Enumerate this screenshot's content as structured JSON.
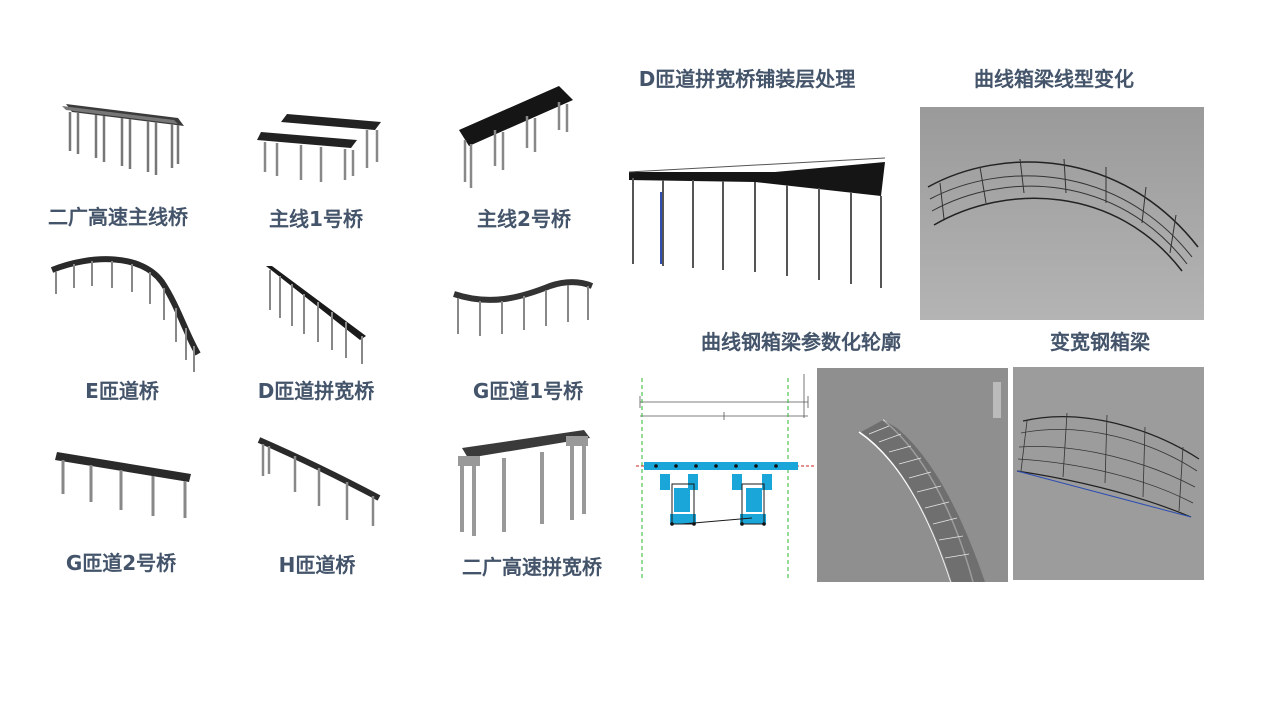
{
  "bridges": [
    {
      "label": "二广高速主线桥",
      "icon": "bridge-model-mainline"
    },
    {
      "label": "主线1号桥",
      "icon": "bridge-model-twin-deck"
    },
    {
      "label": "主线2号桥",
      "icon": "bridge-model-wide-deck"
    },
    {
      "label": "E匝道桥",
      "icon": "bridge-model-curved-ramp"
    },
    {
      "label": "D匝道拼宽桥",
      "icon": "bridge-model-widened-ramp"
    },
    {
      "label": "G匝道1号桥",
      "icon": "bridge-model-wavy-ramp"
    },
    {
      "label": "G匝道2号桥",
      "icon": "bridge-model-straight-ramp"
    },
    {
      "label": "H匝道桥",
      "icon": "bridge-model-diagonal-ramp"
    },
    {
      "label": "二广高速拼宽桥",
      "icon": "bridge-model-widened-mainline"
    }
  ],
  "panels": {
    "paving": {
      "title": "D匝道拼宽桥铺装层处理"
    },
    "curve_box": {
      "title": "曲线箱梁线型变化"
    },
    "param_profile": {
      "title": "曲线钢箱梁参数化轮廓"
    },
    "variable_width": {
      "title": "变宽钢箱梁"
    }
  },
  "colors": {
    "label_text": "#44546a",
    "model_bg": "#a6a6a6",
    "param_cyan": "#1aa6d8",
    "param_green": "#2eb82e"
  }
}
